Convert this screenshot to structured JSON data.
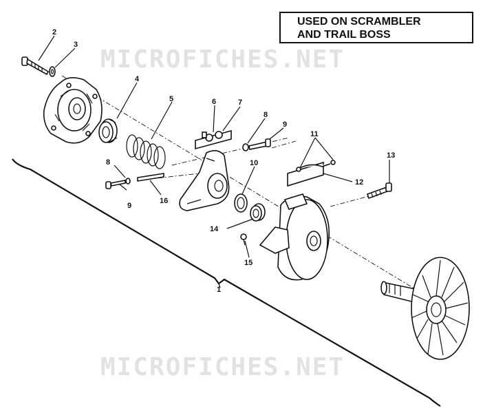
{
  "note": {
    "line1": "USED ON SCRAMBLER",
    "line2": "AND TRAIL BOSS"
  },
  "watermark": {
    "text_top": "MICROFICHES.NET",
    "text_bottom": "MICROFICHES.NET"
  },
  "callouts": {
    "c1": "1",
    "c2": "2",
    "c3": "3",
    "c4": "4",
    "c5": "5",
    "c6": "6",
    "c7": "7",
    "c8a": "8",
    "c8b": "8",
    "c9a": "9",
    "c9b": "9",
    "c10": "10",
    "c11": "11",
    "c12": "12",
    "c13": "13",
    "c14": "14",
    "c15": "15",
    "c16": "16"
  }
}
